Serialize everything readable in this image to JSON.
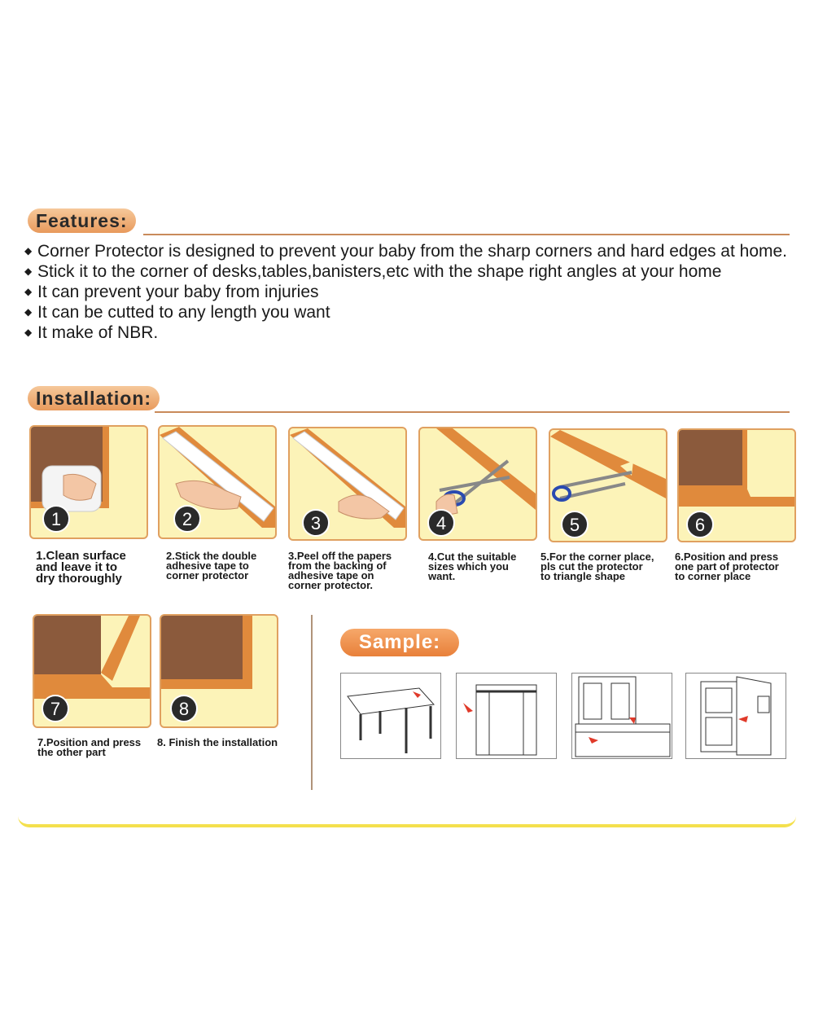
{
  "features": {
    "heading": "Features:",
    "items": [
      "Corner Protector is designed to prevent your baby from the sharp corners and hard edges at home.",
      "Stick it to the corner of desks,tables,banisters,etc with the shape right angles at your home",
      "It can prevent your baby from injuries",
      "It can be cutted to any length you want",
      "It make of NBR."
    ]
  },
  "installation": {
    "heading": "Installation:",
    "steps": [
      {
        "number": "1",
        "caption_lines": [
          "1.Clean surface",
          "and leave it to",
          "dry thoroughly"
        ]
      },
      {
        "number": "2",
        "caption_lines": [
          "2.Stick the double",
          "adhesive tape to",
          "corner protector"
        ]
      },
      {
        "number": "3",
        "caption_lines": [
          "3.Peel off the papers",
          "from the backing of",
          "adhesive tape on",
          "corner protector."
        ]
      },
      {
        "number": "4",
        "caption_lines": [
          "4.Cut the suitable",
          "sizes which you",
          "want."
        ]
      },
      {
        "number": "5",
        "caption_lines": [
          "5.For the corner place,",
          "pls cut the protector",
          "to triangle shape"
        ]
      },
      {
        "number": "6",
        "caption_lines": [
          "6.Position and press",
          "one part of protector",
          "to corner place"
        ]
      },
      {
        "number": "7",
        "caption_lines": [
          "7.Position and press",
          "the other part"
        ]
      },
      {
        "number": "8",
        "caption_lines": [
          "8. Finish the installation"
        ]
      }
    ]
  },
  "sample": {
    "heading": "Sample:",
    "images": [
      "table-sample-icon",
      "window-sample-icon",
      "cabinet-sample-icon",
      "door-sample-icon"
    ]
  },
  "colors": {
    "accent_orange": "#e89a5c",
    "protector_orange": "#e08a3c",
    "panel_yellow": "#fcf3b8",
    "wall_brown": "#8b5a3c"
  }
}
